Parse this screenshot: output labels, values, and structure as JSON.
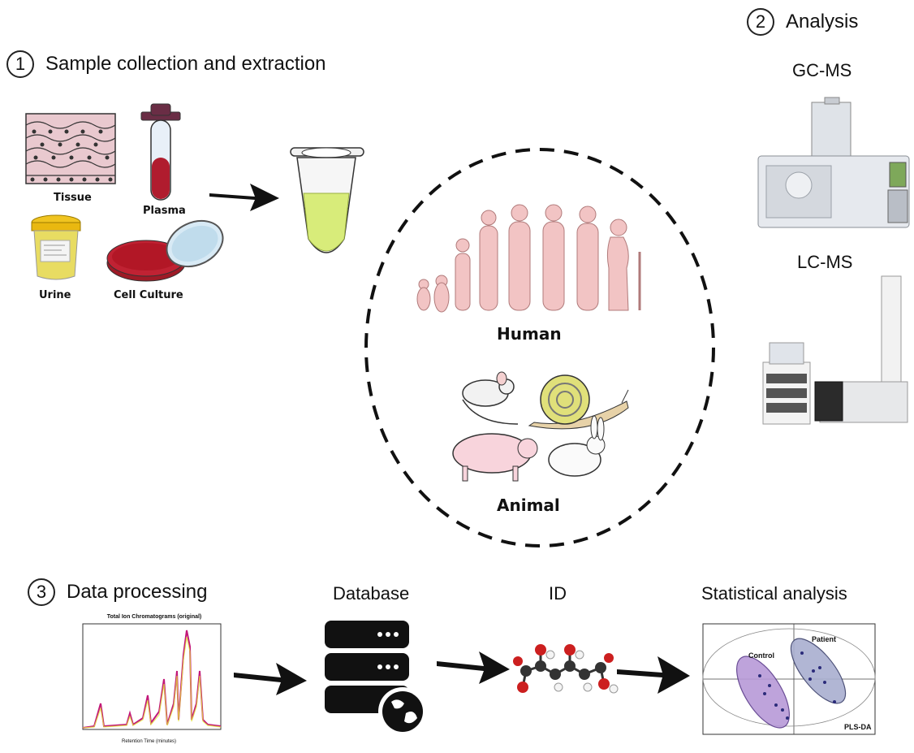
{
  "steps": {
    "collection": {
      "number": "1",
      "title": "Sample collection and extraction"
    },
    "analysis": {
      "number": "2",
      "title": "Analysis"
    },
    "processing": {
      "number": "3",
      "title": "Data processing"
    }
  },
  "samples": {
    "tissue": "Tissue",
    "plasma": "Plasma",
    "urine": "Urine",
    "cell_culture": "Cell Culture"
  },
  "organisms": {
    "human": "Human",
    "animal": "Animal"
  },
  "instruments": {
    "gcms": "GC-MS",
    "lcms": "LC-MS"
  },
  "pipeline": {
    "database": "Database",
    "id": "ID",
    "statistical": "Statistical analysis"
  },
  "chromatogram": {
    "title": "Total Ion Chromatograms (original)",
    "xlabel": "Retention Time (minutes)"
  },
  "plsda": {
    "control": "Control",
    "patient": "Patient",
    "method": "PLS-DA"
  },
  "colors": {
    "human_figure": "#f2c4c4",
    "plasma_red": "#b01c2e",
    "tube_liquid": "#d8ec7a",
    "control_ellipse": "#b79ad8",
    "patient_ellipse": "#a9afd0"
  }
}
